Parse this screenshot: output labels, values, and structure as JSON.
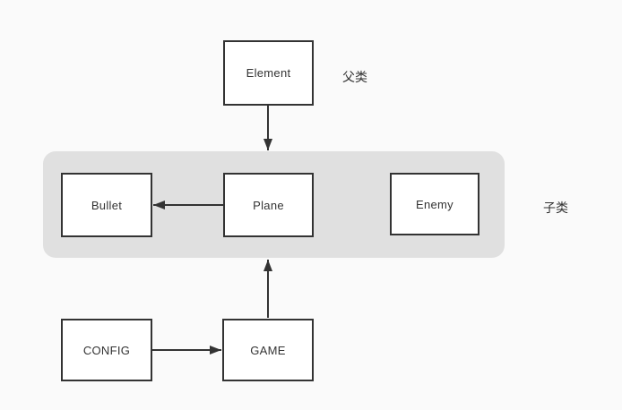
{
  "diagram": {
    "title": "game class structure diagram",
    "colors": {
      "background": "#fafafa",
      "band": "#e0e0e0",
      "box_fill": "#ffffff",
      "stroke": "#333333",
      "text": "#333333"
    },
    "nodes": {
      "element": {
        "label": "Element"
      },
      "bullet": {
        "label": "Bullet"
      },
      "plane": {
        "label": "Plane"
      },
      "enemy": {
        "label": "Enemy"
      },
      "config": {
        "label": "CONFIG"
      },
      "game": {
        "label": "GAME"
      }
    },
    "annotations": {
      "parent_class": "父类",
      "child_class": "子类"
    },
    "edges": [
      {
        "from": "Element",
        "to": "Plane",
        "direction": "down"
      },
      {
        "from": "Plane",
        "to": "Bullet",
        "direction": "left"
      },
      {
        "from": "GAME",
        "to": "Plane",
        "direction": "up"
      },
      {
        "from": "CONFIG",
        "to": "GAME",
        "direction": "right"
      }
    ]
  }
}
